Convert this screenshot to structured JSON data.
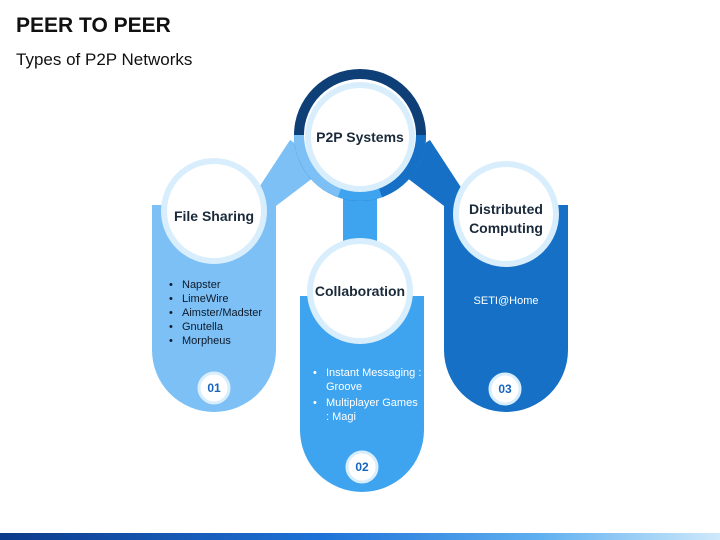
{
  "header": {
    "title": "PEER TO PEER",
    "subtitle": "Types of P2P Networks"
  },
  "hub": {
    "label": "P2P Systems"
  },
  "nodes": [
    {
      "label": "File Sharing",
      "items": [
        "Napster",
        "LimeWire",
        "Aimster/Madster",
        "Gnutella",
        "Morpheus"
      ],
      "number": "01",
      "color": "#7cc0f5"
    },
    {
      "label": "Collaboration",
      "items": [
        "Instant Messaging : Groove",
        "Multiplayer Games : Magi"
      ],
      "number": "02",
      "color": "#3fa4ef"
    },
    {
      "label": "Distributed Computing",
      "text": "SETI@Home",
      "number": "03",
      "color": "#1570c6"
    }
  ],
  "colors": {
    "hub_ring": "#0f3f77",
    "circle_fill": "#ffffff",
    "circle_outline": "#d9eefc"
  }
}
